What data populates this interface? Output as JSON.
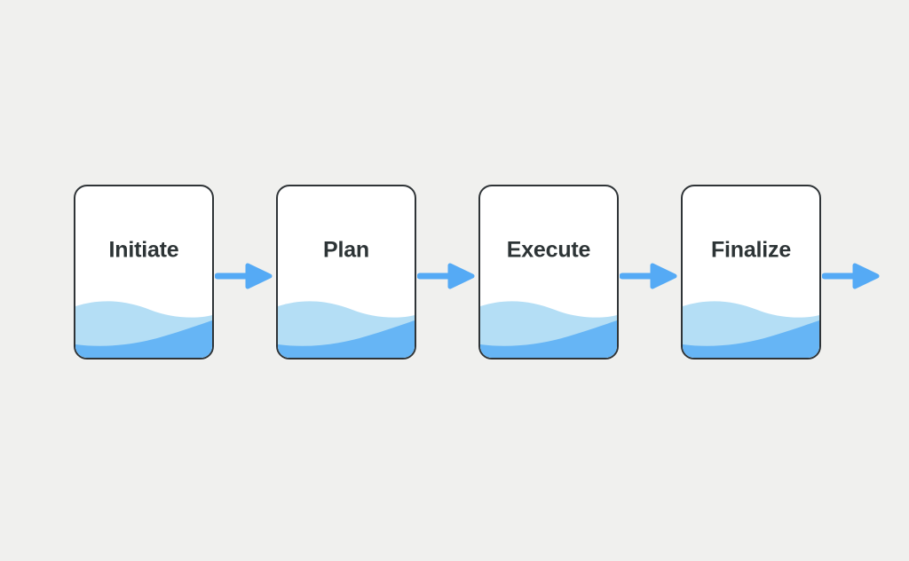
{
  "diagram": {
    "kind": "process-flow",
    "steps": [
      {
        "label": "Initiate"
      },
      {
        "label": "Plan"
      },
      {
        "label": "Execute"
      },
      {
        "label": "Finalize"
      }
    ],
    "arrows": {
      "between_steps": 3,
      "trailing": 1,
      "direction": "right"
    },
    "icons": {
      "connector": "arrow-right-icon",
      "decoration": "water-wave"
    },
    "colors": {
      "background": "#f0f0ee",
      "card_bg": "#ffffff",
      "card_border": "#2f3437",
      "label_text": "#2d3436",
      "wave_light": "#b4def5",
      "wave_dark": "#66b5f5",
      "arrow": "#55aaf5"
    }
  }
}
